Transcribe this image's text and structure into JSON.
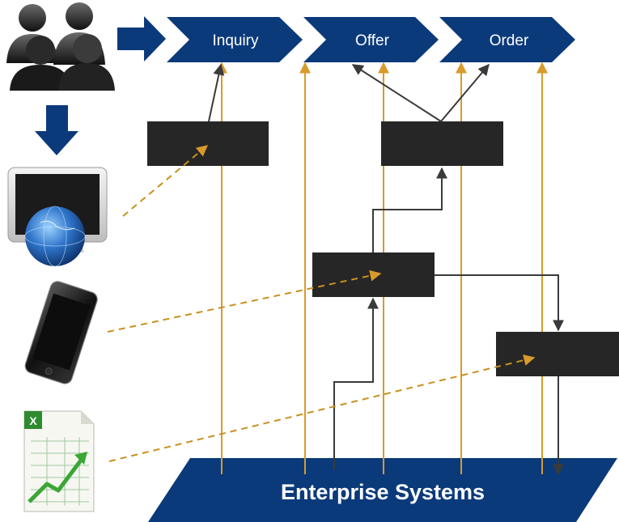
{
  "process_steps": [
    "Inquiry",
    "Offer",
    "Order"
  ],
  "enterprise_label": "Enterprise Systems",
  "colors": {
    "navy": "#0b3a7b",
    "flow_line": "#d99a2b",
    "dashed_line": "#c8901e",
    "connector": "#3a3a3a",
    "dark_box": "#262626"
  },
  "icons": [
    "people-group-icon",
    "desktop-globe-icon",
    "smartphone-icon",
    "spreadsheet-chart-icon"
  ]
}
